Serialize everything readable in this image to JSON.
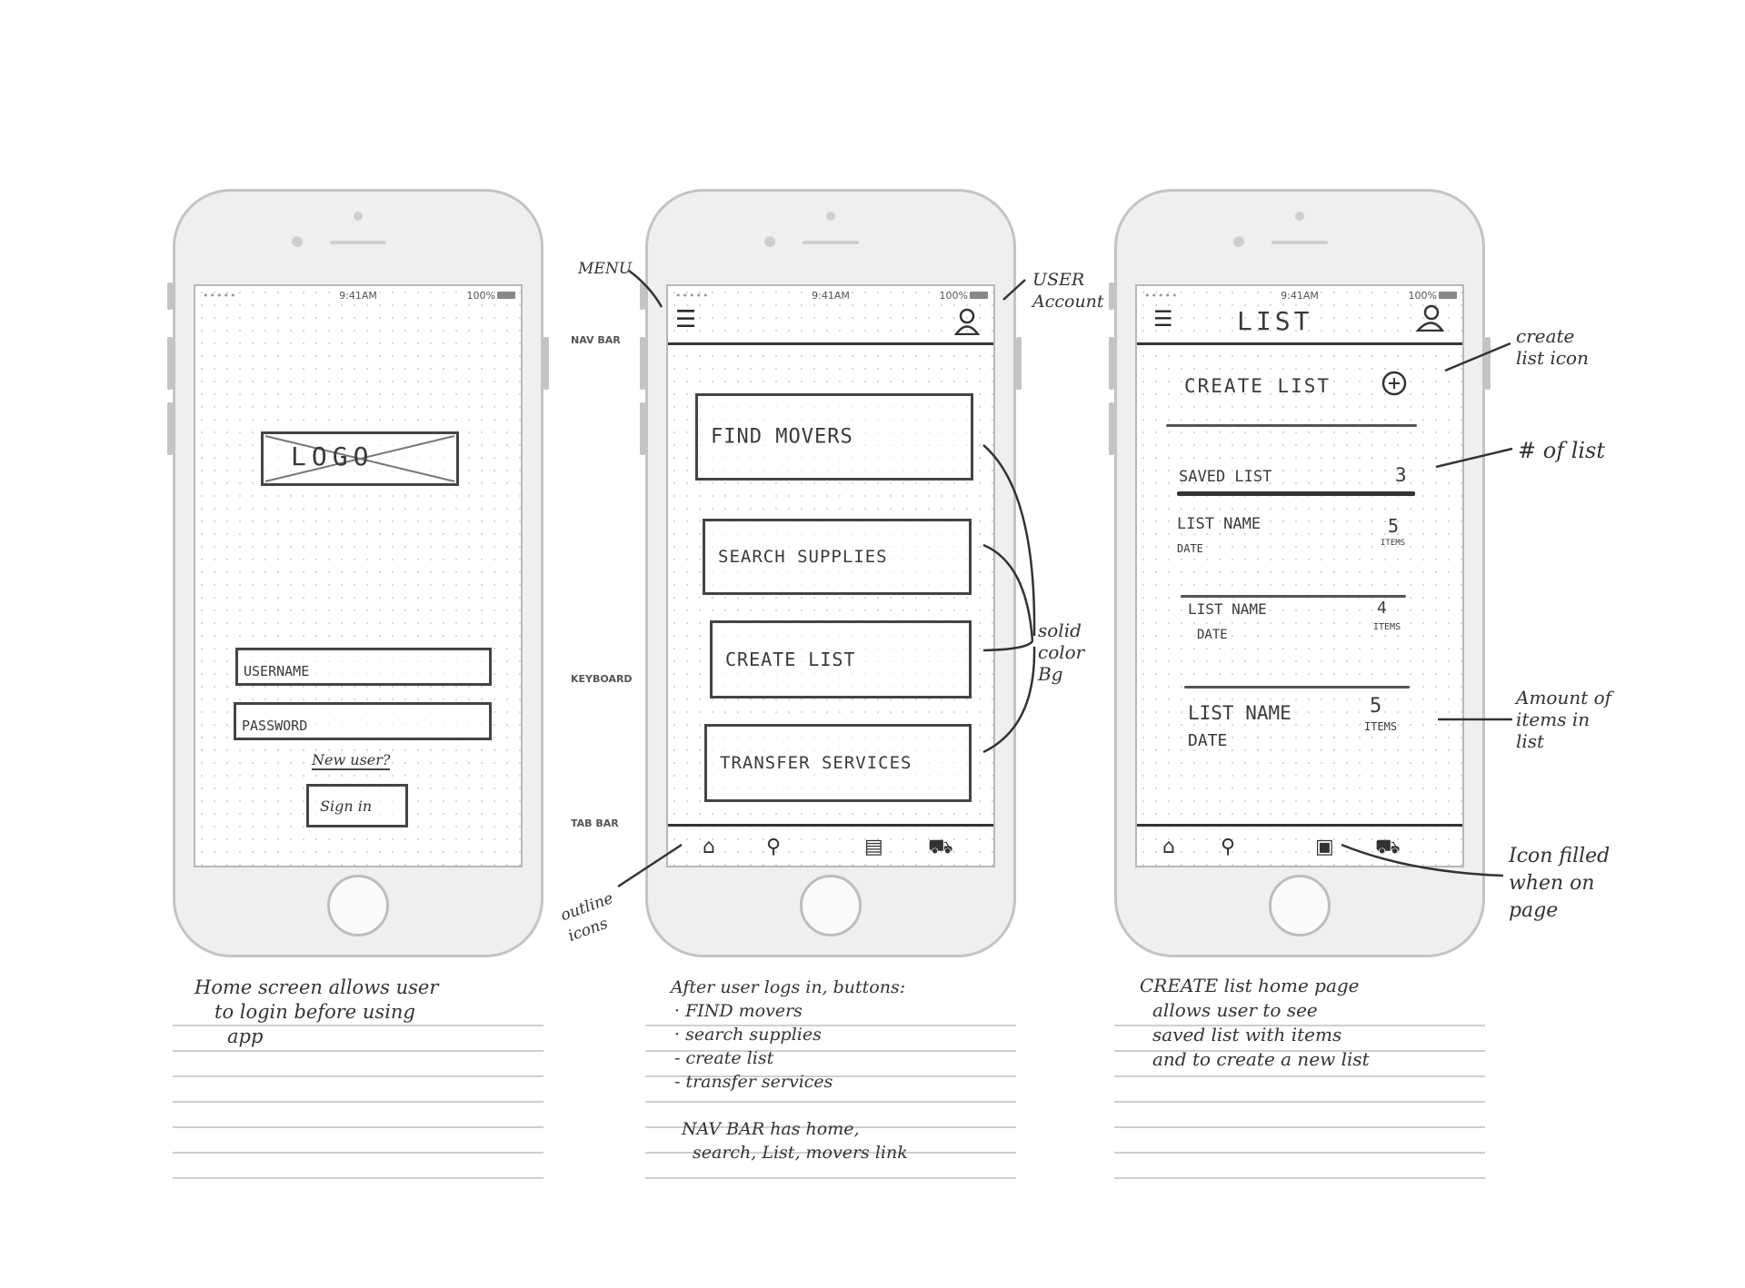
{
  "status_bar": {
    "time": "9:41AM",
    "battery": "100%",
    "signal": "•••••"
  },
  "side_labels": {
    "nav_bar": "NAV BAR",
    "keyboard": "KEYBOARD",
    "tab_bar": "TAB BAR"
  },
  "login_screen": {
    "logo": "LOGO",
    "username": "USERNAME",
    "password": "PASSWORD",
    "new_user": "New user?",
    "sign_in": "Sign in",
    "caption": [
      "Home screen allows user",
      "to login before using",
      "app"
    ]
  },
  "menu_screen": {
    "buttons": [
      "FIND MOVERS",
      "SEARCH SUPPLIES",
      "CREATE LIST",
      "TRANSFER SERVICES"
    ],
    "annotations": {
      "menu": "MENU",
      "user_account": [
        "USER",
        "Account"
      ],
      "solid_bg": [
        "solid",
        "color",
        "Bg"
      ],
      "outline_icons": [
        "outline",
        "icons"
      ]
    },
    "caption": [
      "After user logs in, buttons:",
      "· FIND movers",
      "· search supplies",
      "- create list",
      "- transfer services",
      "",
      "NAV BAR has home,",
      "search, List, movers link"
    ]
  },
  "list_screen": {
    "title": "LIST",
    "create_list": "CREATE LIST",
    "saved_list": {
      "label": "SAVED LIST",
      "count": "3"
    },
    "lists": [
      {
        "name": "LIST NAME",
        "date": "DATE",
        "count": "5",
        "unit": "ITEMS"
      },
      {
        "name": "LIST NAME",
        "date": "DATE",
        "count": "4",
        "unit": "ITEMS"
      },
      {
        "name": "LIST NAME",
        "date": "DATE",
        "count": "5",
        "unit": "ITEMS"
      }
    ],
    "annotations": {
      "create_icon": [
        "create",
        "list icon"
      ],
      "num_list": "# of list",
      "amount_items": [
        "Amount of",
        "items in",
        "list"
      ],
      "icon_filled": [
        "Icon filled",
        "when on",
        "page"
      ]
    },
    "caption": [
      "CREATE list home page",
      "allows user to see",
      "saved list with items",
      "and to create a new list"
    ]
  },
  "icons": [
    "hamburger-menu-icon",
    "user-icon",
    "home-icon",
    "search-icon",
    "list-icon",
    "truck-icon",
    "plus-circle-icon"
  ]
}
